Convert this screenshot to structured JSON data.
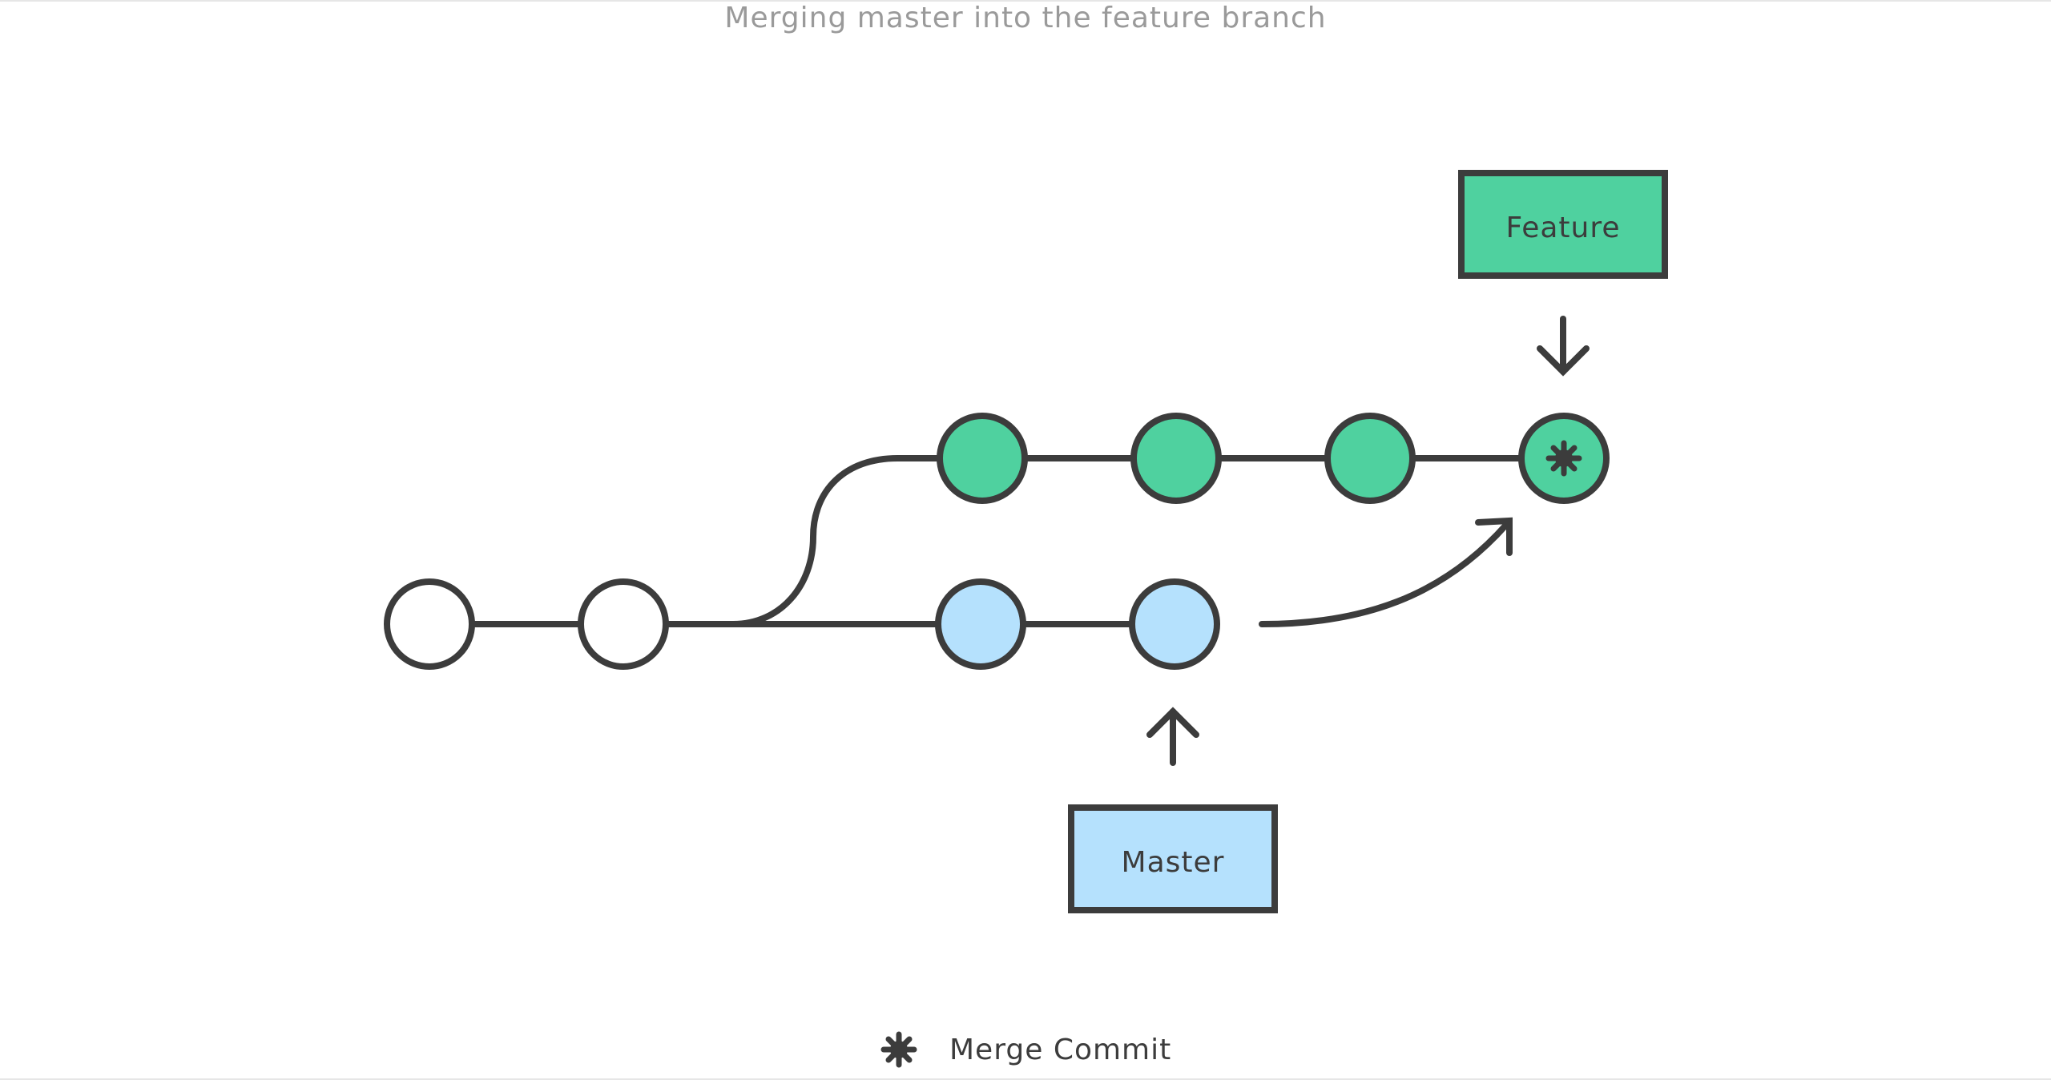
{
  "title": "Merging master into the feature branch",
  "colors": {
    "stroke": "#3c3c3c",
    "feature": "#4fd19f",
    "master": "#b5e1fd",
    "base": "#ffffff"
  },
  "branches": {
    "feature": {
      "label": "Feature",
      "commit_count": 3,
      "icon": "merge-commit-icon"
    },
    "master": {
      "label": "Master",
      "commit_count": 2
    },
    "base_commit_count": 2
  },
  "legend": {
    "icon": "merge-commit-icon",
    "label": "Merge Commit"
  }
}
